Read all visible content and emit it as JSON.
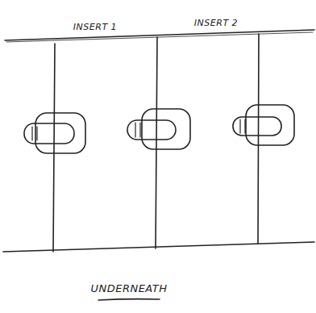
{
  "diagram": {
    "caption": "UNDERNEATH",
    "labels": [
      "INSERT 1",
      "INSERT 2"
    ]
  }
}
